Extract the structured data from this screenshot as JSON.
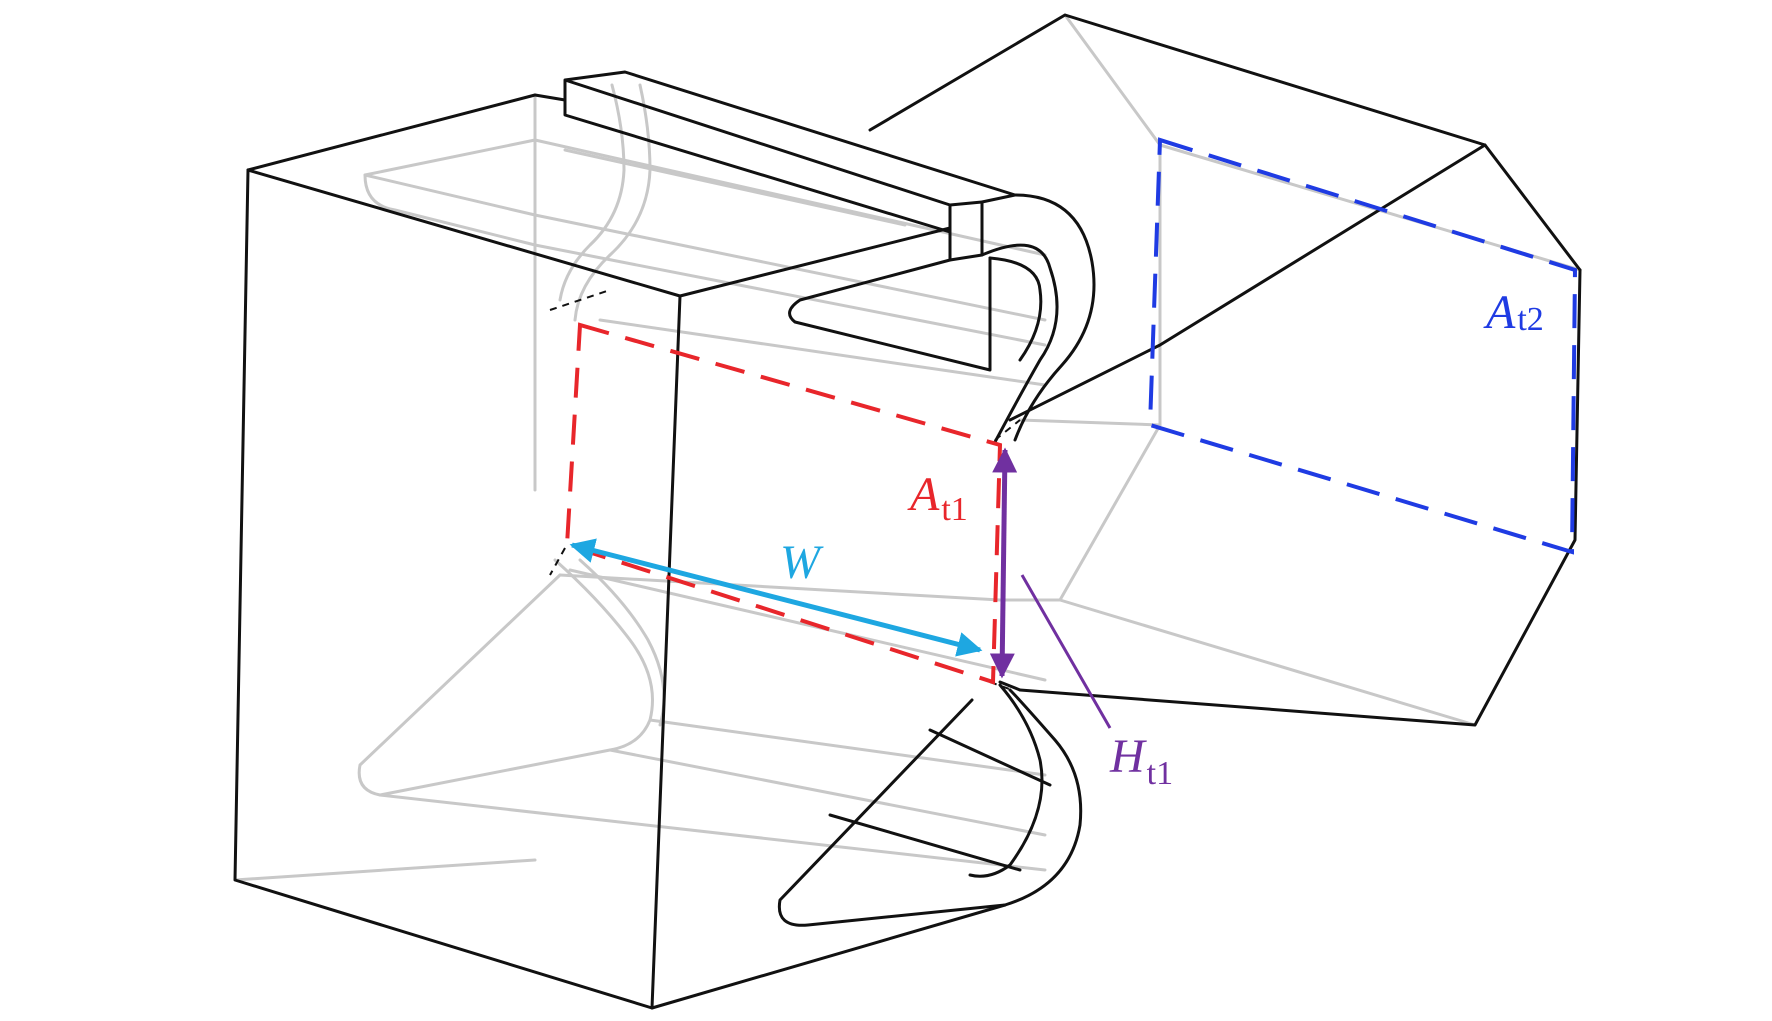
{
  "labels": {
    "A_t2": {
      "main": "A",
      "sub": "t2",
      "color": "#1f3be3"
    },
    "A_t1": {
      "main": "A",
      "sub": "t1",
      "color": "#e8262b"
    },
    "W": {
      "main": "W",
      "color": "#1ea7e1"
    },
    "H_t1": {
      "main": "H",
      "sub": "t1",
      "color": "#7030a0"
    }
  },
  "colors": {
    "visible_edge": "#111111",
    "hidden_edge": "#c8c8c8",
    "section_t1": "#e8262b",
    "section_t2": "#1f3be3",
    "width_dimension": "#1ea7e1",
    "height_dimension": "#7030a0"
  }
}
